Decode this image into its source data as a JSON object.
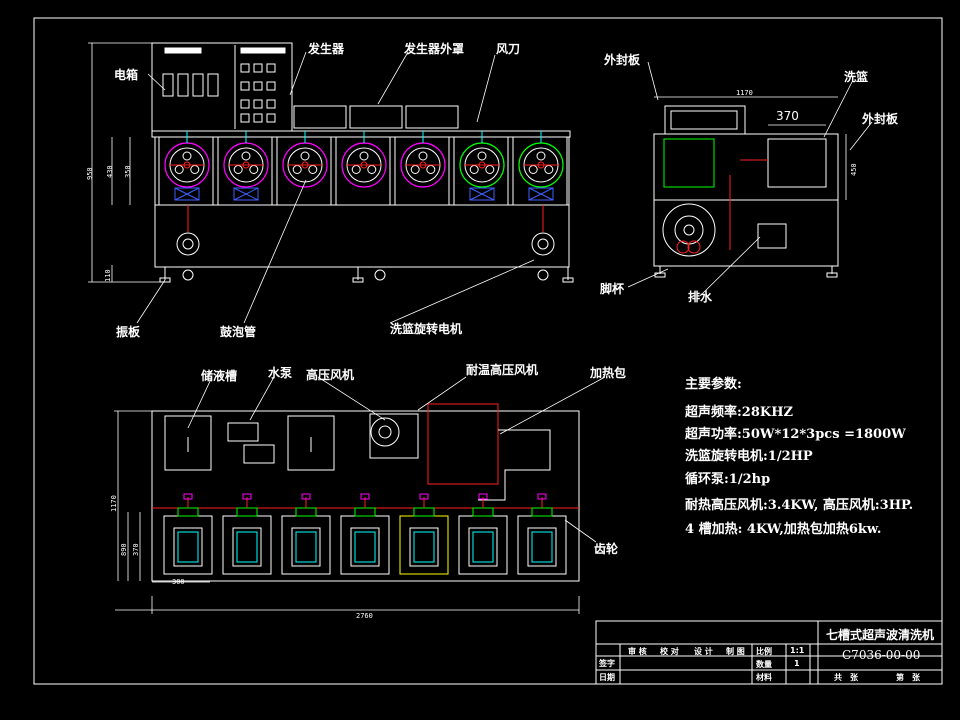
{
  "top_labels": {
    "electric_box": "电箱",
    "generator": "发生器",
    "generator_cover": "发生器外罩",
    "air_knife": "风刀",
    "outer_panel_1": "外封板",
    "basket": "洗篮",
    "outer_panel_2": "外封板",
    "foot_cup": "脚杯",
    "drain": "排水",
    "vibration_plate": "振板",
    "bubble_tube": "鼓泡管",
    "basket_motor": "洗篮旋转电机"
  },
  "plan_labels": {
    "storage_tank": "储液槽",
    "water_pump": "水泵",
    "hp_blower": "高压风机",
    "ht_hp_blower": "耐温高压风机",
    "heating_pack": "加热包",
    "gear": "齿轮"
  },
  "dimensions": {
    "front_total_h": "950",
    "front_upper": "430",
    "front_mid": "350",
    "front_foot": "110",
    "side_width": "1170",
    "side_basket": "370",
    "side_h": "450",
    "plan_depth": "1170",
    "plan_tank_a": "890",
    "plan_tank_b": "370",
    "plan_tank_w": "300",
    "plan_total_w": "2760"
  },
  "params": {
    "title": "主要参数:",
    "lines": [
      "超声频率:28KHZ",
      "超声功率:50W*12*3pcs =1800W",
      "洗篮旋转电机:1/2HP",
      "循环泵:1/2hp",
      "耐热高压风机:3.4KW, 高压风机:3HP.",
      "4 槽加热: 4KW,加热包加热6kw."
    ]
  },
  "title_block": {
    "name": "七槽式超声波清洗机",
    "drawing_no": "C7036-00-00",
    "roles": [
      "审 核",
      "校 对",
      "设 计",
      "制 图"
    ],
    "sign": "签字",
    "date": "日期",
    "scale_label": "比例",
    "scale_value": "1:1",
    "qty_label": "数量",
    "qty_value": "1",
    "material_label": "材料",
    "sheets_total": "共　张",
    "sheet_no": "第　张"
  },
  "colors": {
    "line": "#ffffff",
    "magenta": "#ff00ff",
    "cyan": "#00ffff",
    "red": "#ff2020",
    "green": "#00ff00",
    "yellow": "#ffff00",
    "blue": "#4060ff"
  }
}
